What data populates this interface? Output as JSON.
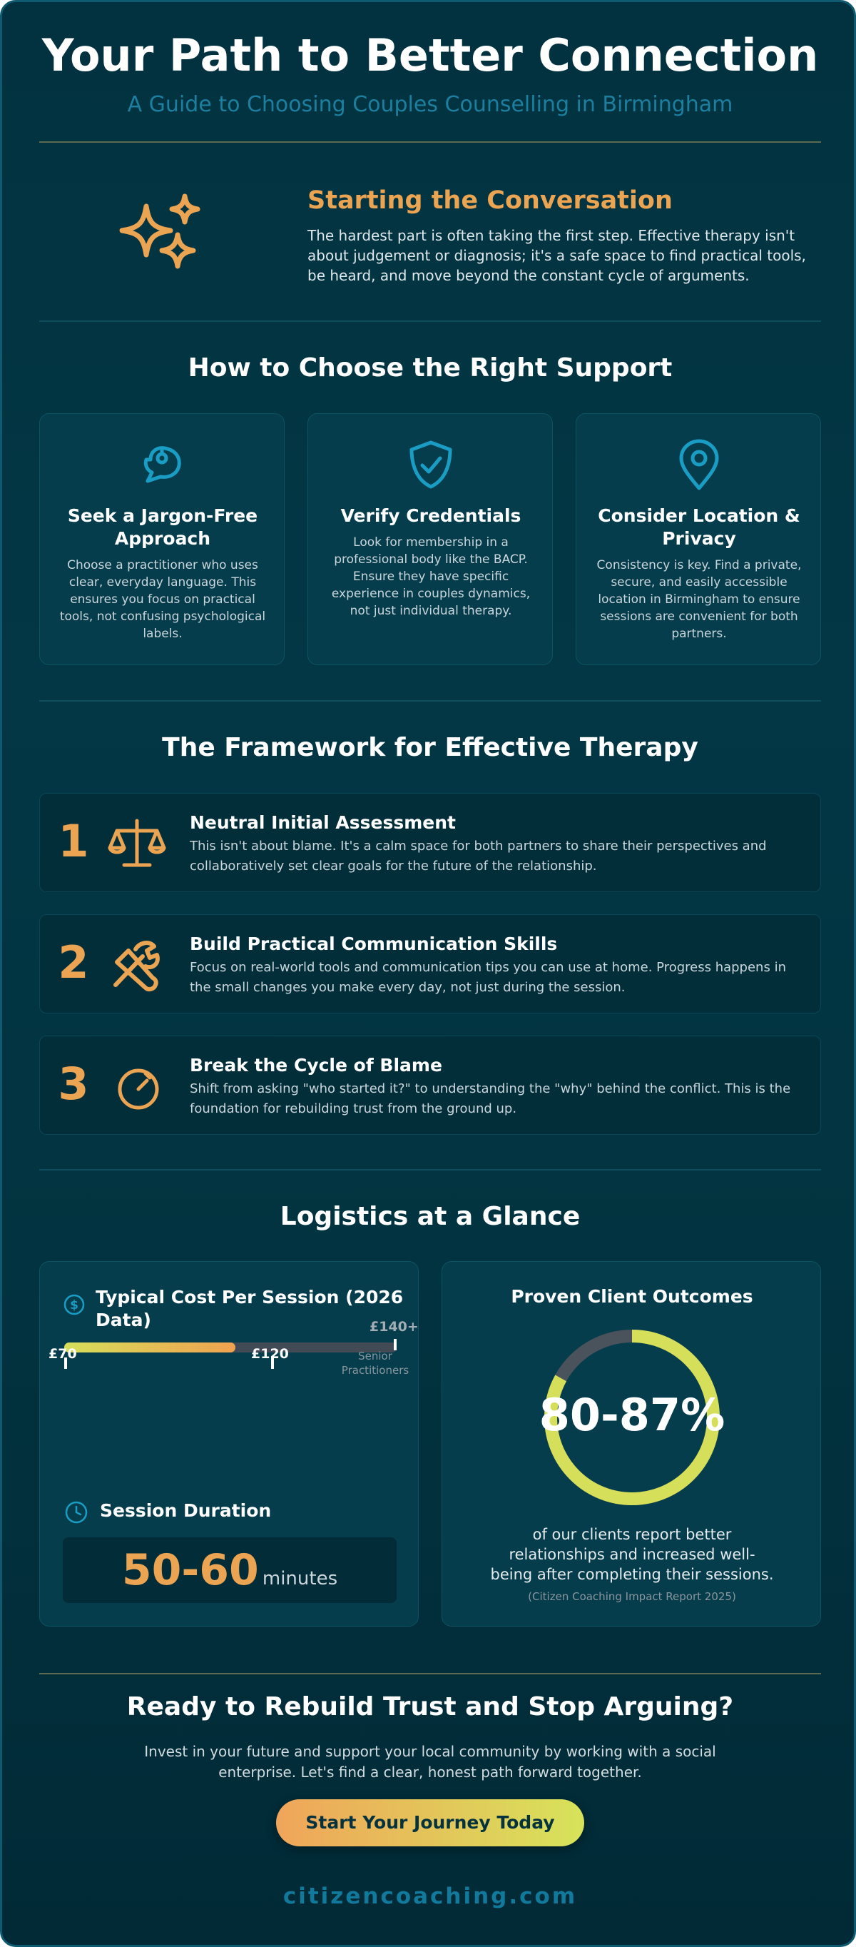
{
  "header": {
    "title": "Your Path to Better Connection",
    "subtitle": "A Guide to Choosing Couples Counselling in Birmingham"
  },
  "intro": {
    "icon": "sparkles-icon",
    "title": "Starting the Conversation",
    "text": "The hardest part is often taking the first step. Effective therapy isn't about judgement or diagnosis; it's a safe space to find practical tools, be heard, and move beyond the constant cycle of arguments."
  },
  "support": {
    "title": "How to Choose the Right Support",
    "cards": [
      {
        "icon": "speech-bubble-icon",
        "title": "Seek a Jargon-Free Approach",
        "text": "Choose a practitioner who uses clear, everyday language. This ensures you focus on practical tools, not confusing psychological labels."
      },
      {
        "icon": "shield-check-icon",
        "title": "Verify Credentials",
        "text": "Look for membership in a professional body like the BACP. Ensure they have specific experience in couples dynamics, not just individual therapy."
      },
      {
        "icon": "map-pin-icon",
        "title": "Consider Location & Privacy",
        "text": "Consistency is key. Find a private, secure, and easily accessible location in Birmingham to ensure sessions are convenient for both partners."
      }
    ]
  },
  "framework": {
    "title": "The Framework for Effective Therapy",
    "steps": [
      {
        "number": "1",
        "icon": "scales-icon",
        "title": "Neutral Initial Assessment",
        "text": "This isn't about blame. It's a calm space for both partners to share their perspectives and collaboratively set clear goals for the future of the relationship."
      },
      {
        "number": "2",
        "icon": "tools-icon",
        "title": "Build Practical Communication Skills",
        "text": "Focus on real-world tools and communication tips you can use at home. Progress happens in the small changes you make every day, not just during the session."
      },
      {
        "number": "3",
        "icon": "compass-icon",
        "title": "Break the Cycle of Blame",
        "text": "Shift from asking \"who started it?\" to understanding the \"why\" behind the conflict. This is the foundation for rebuilding trust from the ground up."
      }
    ]
  },
  "logistics": {
    "title": "Logistics at a Glance",
    "cost": {
      "icon": "dollar-coin-icon",
      "title": "Typical Cost Per Session (2026 Data)",
      "min_label": "£70",
      "mid_label": "£120",
      "max_label": "£140+",
      "max_note": "Senior Practitioners",
      "range_min": 70,
      "range_typical_max": 120,
      "range_max": 140
    },
    "duration": {
      "icon": "clock-icon",
      "title": "Session Duration",
      "value": "50-60",
      "unit": "minutes"
    },
    "outcomes": {
      "title": "Proven Client Outcomes",
      "value": "80-87%",
      "fill_fraction": 0.83,
      "text": "of our clients report better relationships and increased well-being after completing their sessions.",
      "source": "(Citizen Coaching Impact Report 2025)"
    }
  },
  "cta": {
    "title": "Ready to Rebuild Trust and Stop Arguing?",
    "text": "Invest in your future and support your local community by working with a social enterprise. Let's find a clear, honest path forward together.",
    "button": "Start Your Journey Today"
  },
  "footer": {
    "site": "citizencoaching.com"
  },
  "colors": {
    "background": "#033745",
    "accent_orange": "#eba452",
    "accent_teal": "#1a9dc4",
    "accent_lime": "#d6df5a",
    "track_grey": "#4a525c"
  }
}
